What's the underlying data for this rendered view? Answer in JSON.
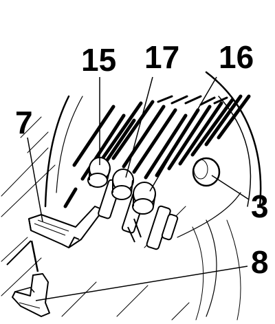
{
  "callouts": {
    "c15": "15",
    "c17": "17",
    "c16": "16",
    "c7": "7",
    "c3": "3",
    "c8": "8"
  },
  "colors": {
    "line": "#000000",
    "background": "#ffffff",
    "part_fill": "#ffffff"
  }
}
